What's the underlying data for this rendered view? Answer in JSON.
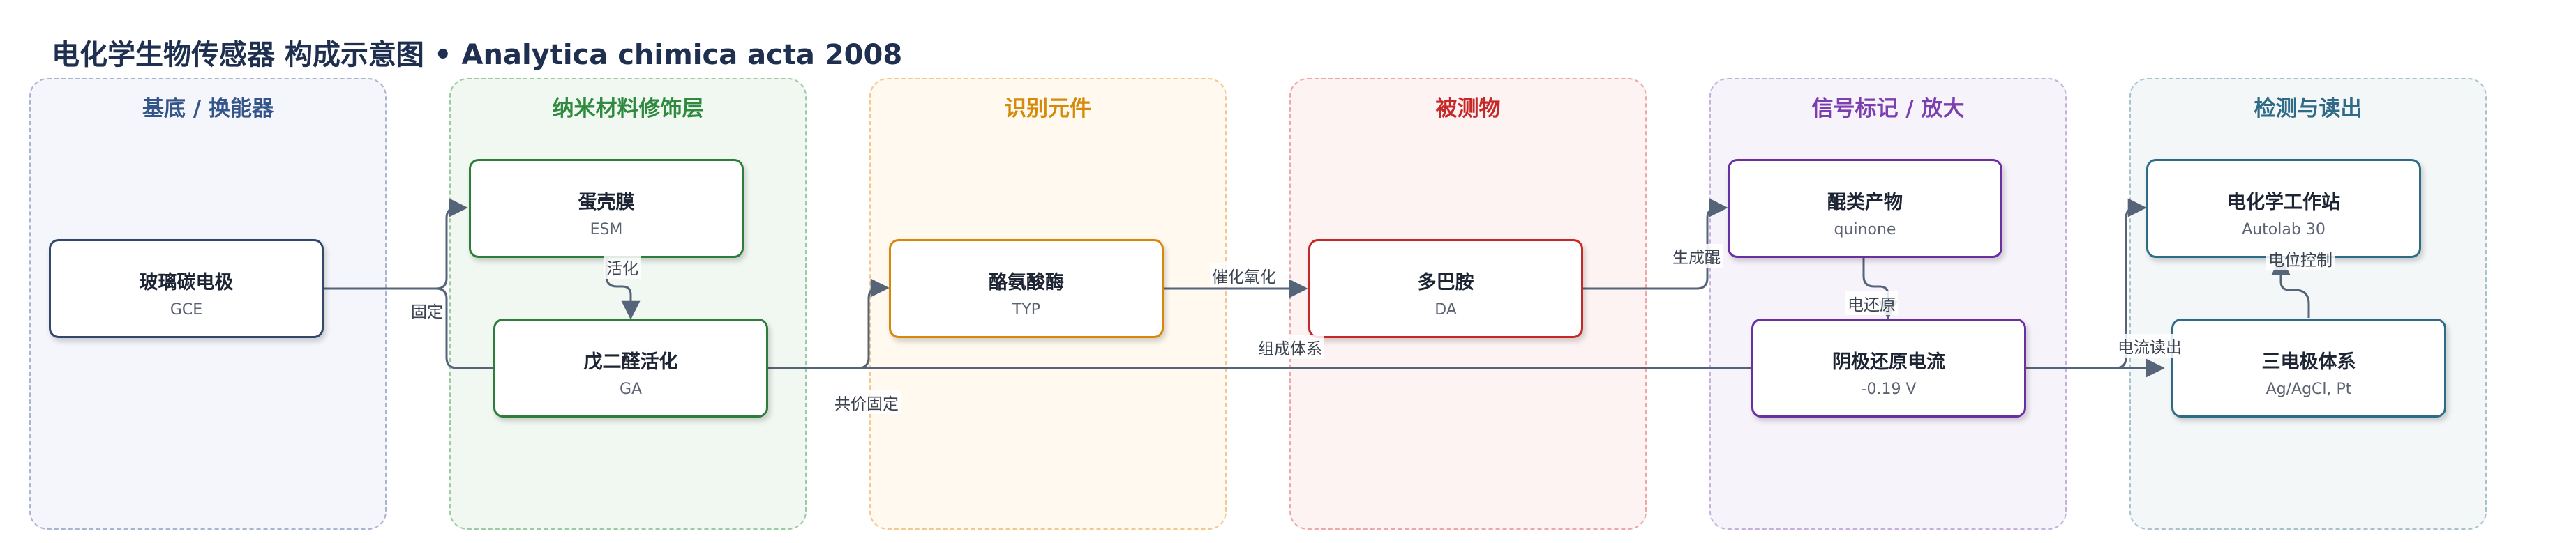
{
  "title": {
    "main": "电化学生物传感器 构成示意图",
    "separator": "•",
    "source": "Analytica chimica acta 2008"
  },
  "lanes": [
    {
      "id": "substrate",
      "title": "基底 / 换能器",
      "border": "#aab4cc",
      "fill": "#f4f6fb",
      "color": "#34558a"
    },
    {
      "id": "nano",
      "title": "纳米材料修饰层",
      "border": "#9ccaa2",
      "fill": "#f1f8f2",
      "color": "#2f8a3f"
    },
    {
      "id": "recognition",
      "title": "识别元件",
      "border": "#f0c98e",
      "fill": "#fff9ef",
      "color": "#d68a0c"
    },
    {
      "id": "analyte",
      "title": "被测物",
      "border": "#eda7a7",
      "fill": "#fdf3f3",
      "color": "#c62828"
    },
    {
      "id": "signal",
      "title": "信号标记 / 放大",
      "border": "#c3b1dc",
      "fill": "#f7f3fb",
      "color": "#7b3fb0"
    },
    {
      "id": "readout",
      "title": "检测与读出",
      "border": "#a9c1cc",
      "fill": "#f3f7f8",
      "color": "#2f6b86"
    }
  ],
  "nodes": [
    {
      "id": "gce",
      "label": "玻璃碳电极",
      "sub": "GCE",
      "color": "#33476b"
    },
    {
      "id": "esm",
      "label": "蛋壳膜",
      "sub": "ESM",
      "color": "#2e7d3a"
    },
    {
      "id": "ga",
      "label": "戊二醛活化",
      "sub": "GA",
      "color": "#2e7d3a"
    },
    {
      "id": "typ",
      "label": "酪氨酸酶",
      "sub": "TYP",
      "color": "#d9870a"
    },
    {
      "id": "da",
      "label": "多巴胺",
      "sub": "DA",
      "color": "#c62828"
    },
    {
      "id": "quinone",
      "label": "醌类产物",
      "sub": "quinone",
      "color": "#6a2fa0"
    },
    {
      "id": "current",
      "label": "阴极还原电流",
      "sub": "-0.19 V",
      "color": "#6a2fa0"
    },
    {
      "id": "station",
      "label": "电化学工作站",
      "sub": "Autolab 30",
      "color": "#2f6b86"
    },
    {
      "id": "electrode3",
      "label": "三电极体系",
      "sub": "Ag/AgCl, Pt",
      "color": "#2f6b86"
    }
  ],
  "edges": [
    {
      "id": "gce-esm",
      "label": "固定"
    },
    {
      "id": "esm-ga",
      "label": "活化"
    },
    {
      "id": "ga-typ",
      "label": "共价固定"
    },
    {
      "id": "typ-da",
      "label": "催化氧化"
    },
    {
      "id": "da-quinone",
      "label": "生成醌"
    },
    {
      "id": "quinone-current",
      "label": "电还原"
    },
    {
      "id": "current-station",
      "label": "电流读出"
    },
    {
      "id": "electrode3-station",
      "label": "电位控制"
    },
    {
      "id": "gce-electrode3",
      "label": "组成体系"
    }
  ],
  "colors": {
    "edge": "#556478"
  }
}
